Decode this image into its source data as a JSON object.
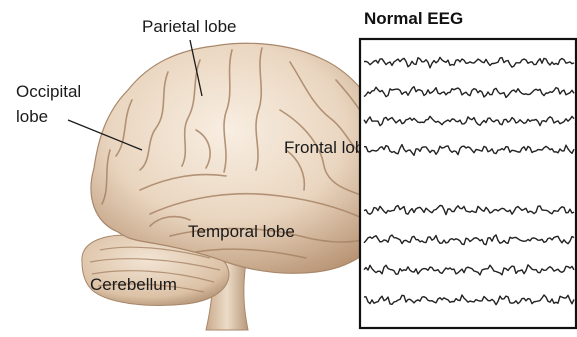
{
  "labels": {
    "parietal": "Parietal lobe",
    "occipital_line1": "Occipital",
    "occipital_line2": "lobe",
    "frontal": "Frontal lobe",
    "temporal": "Temporal lobe",
    "cerebellum": "Cerebellum"
  },
  "eeg": {
    "title": "Normal EEG",
    "trace_count": 8
  },
  "colors": {
    "brain_base": "#ead6c0",
    "brain_light": "#f6ebdd",
    "brain_shadow": "#b89474",
    "sulcus": "#a88466",
    "trace": "#222222",
    "frame": "#111111"
  }
}
